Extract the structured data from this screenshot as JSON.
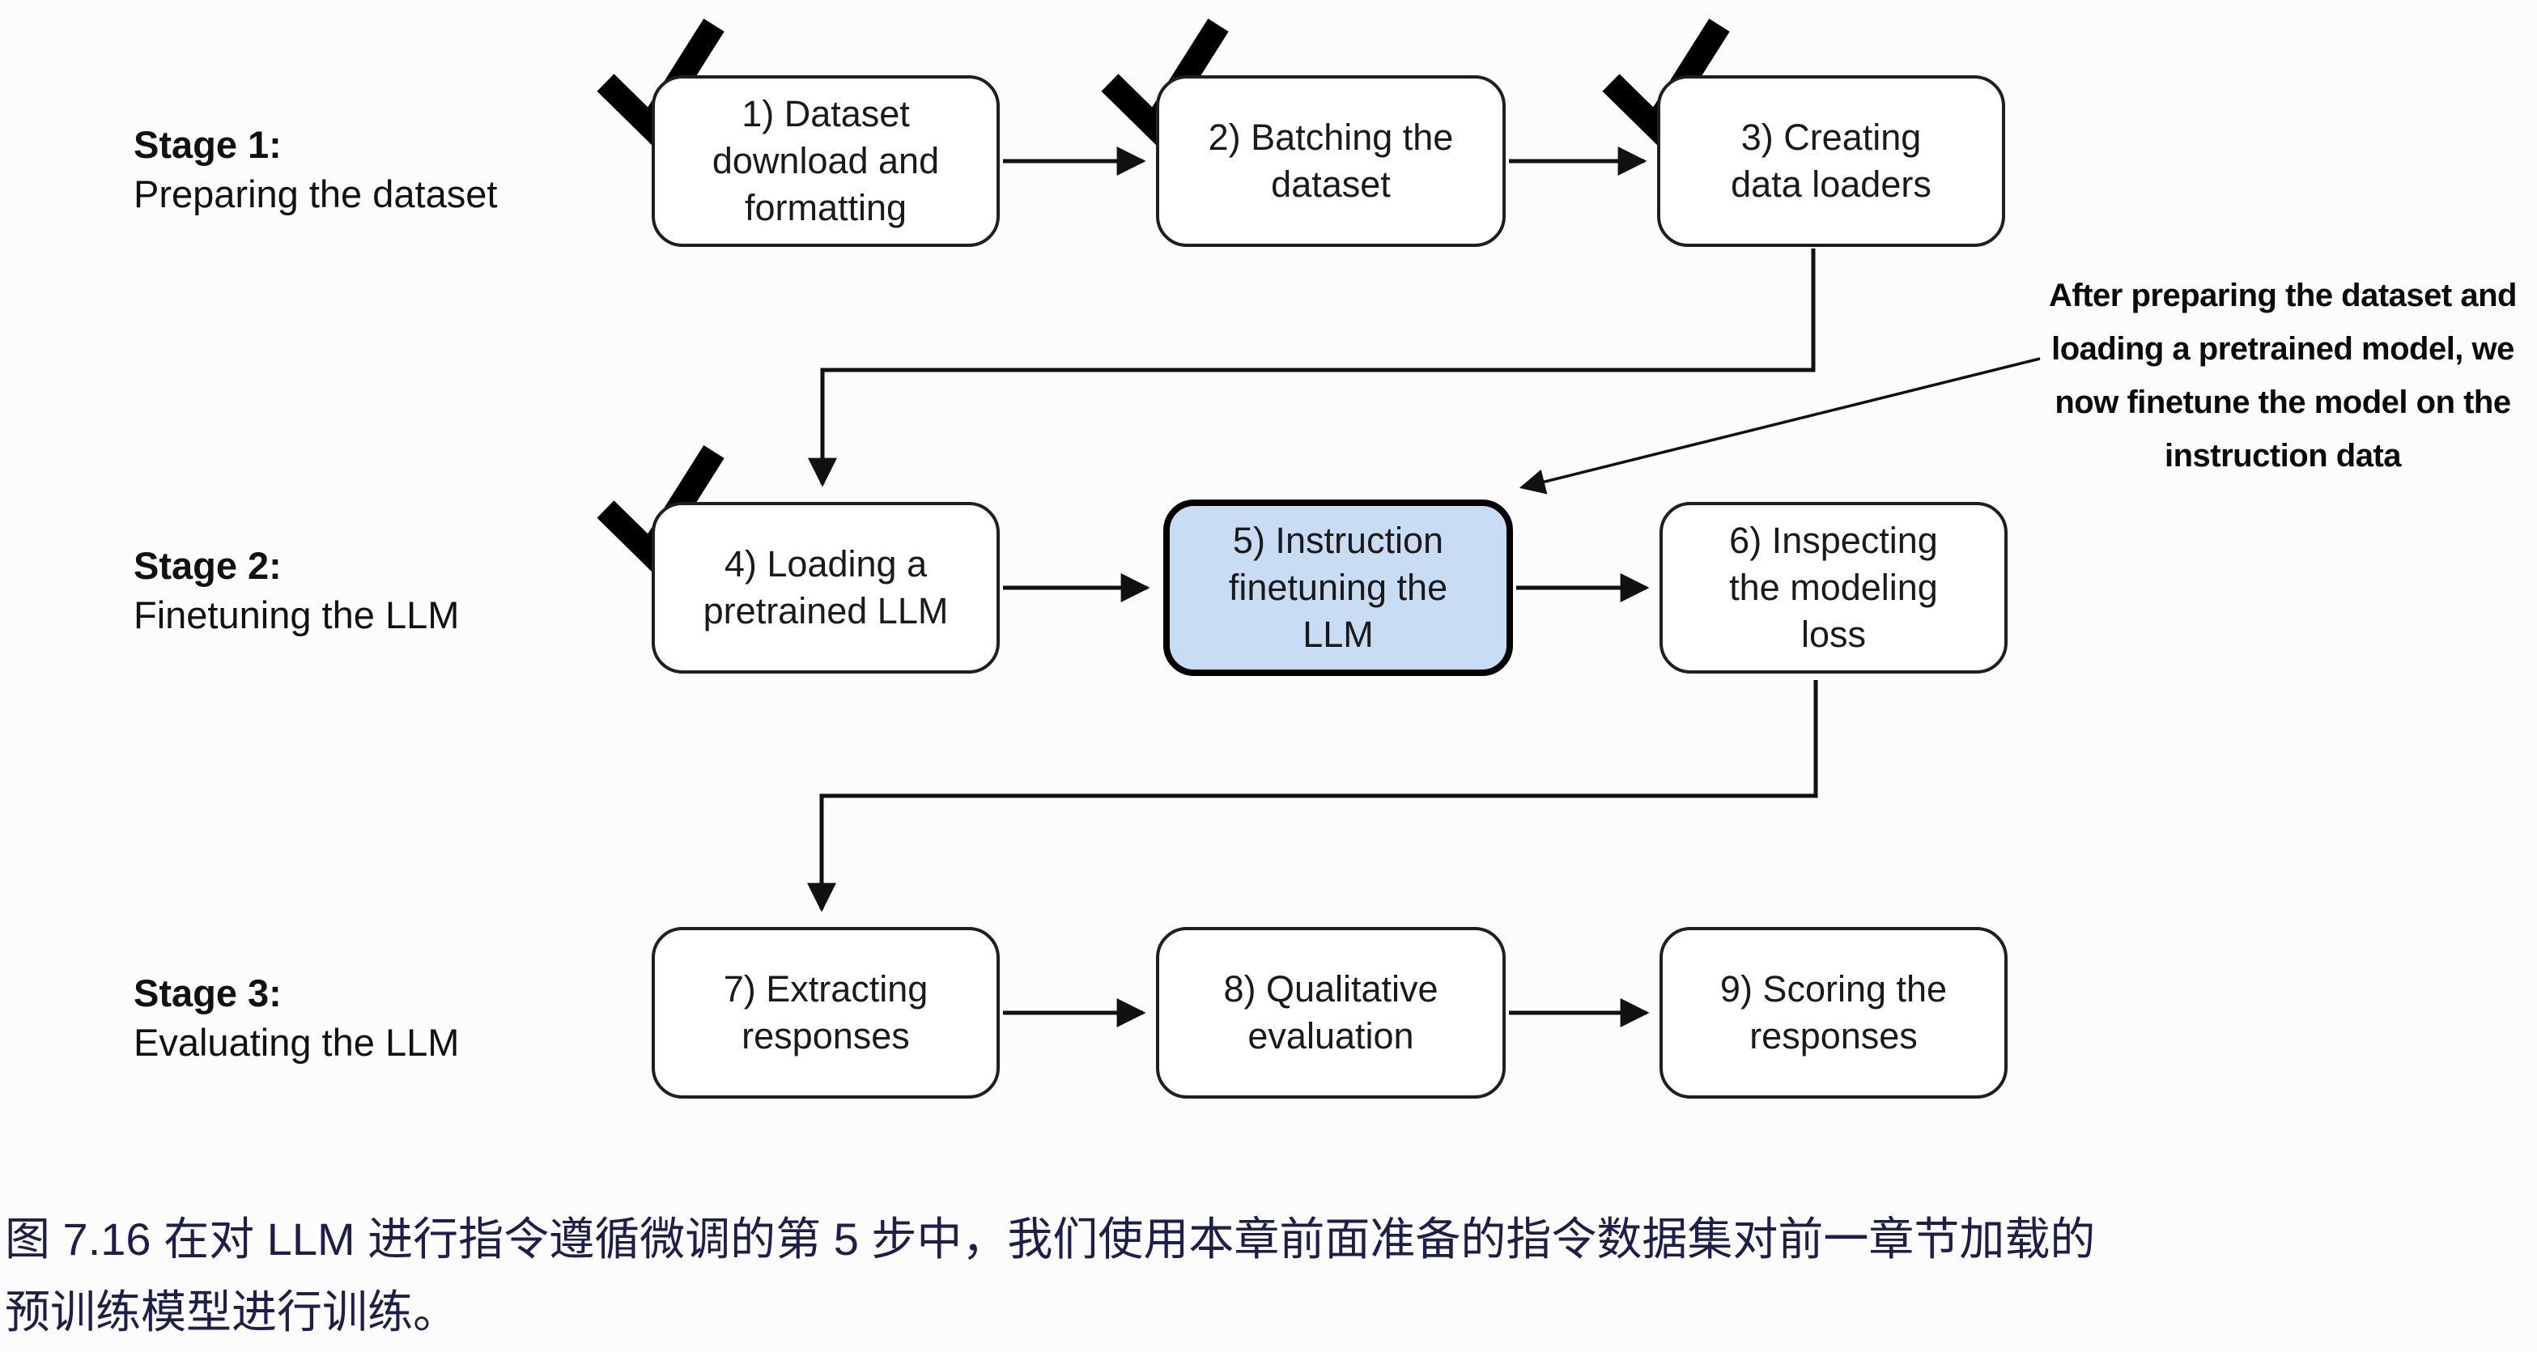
{
  "figure": {
    "stages": [
      {
        "title": "Stage 1:",
        "subtitle": "Preparing the dataset",
        "boxes": [
          {
            "label": "1) Dataset\ndownload and\nformatting",
            "checked": true
          },
          {
            "label": "2) Batching the\ndataset",
            "checked": true
          },
          {
            "label": "3) Creating\ndata loaders",
            "checked": true
          }
        ]
      },
      {
        "title": "Stage 2:",
        "subtitle": "Finetuning the LLM",
        "boxes": [
          {
            "label": "4) Loading a\npretrained LLM",
            "checked": true
          },
          {
            "label": "5) Instruction\nfinetuning the\nLLM",
            "checked": false,
            "highlighted": true
          },
          {
            "label": "6) Inspecting\nthe modeling\nloss",
            "checked": false
          }
        ]
      },
      {
        "title": "Stage 3:",
        "subtitle": "Evaluating the LLM",
        "boxes": [
          {
            "label": "7) Extracting\nresponses",
            "checked": false
          },
          {
            "label": "8) Qualitative\nevaluation",
            "checked": false
          },
          {
            "label": "9) Scoring the\nresponses",
            "checked": false
          }
        ]
      }
    ],
    "annotation": "After preparing the dataset and\nloading a pretrained model, we\nnow finetune the model on the\ninstruction data",
    "colors": {
      "highlight_fill": "#c8dcf4",
      "box_border": "#1f1f1f",
      "arrow": "#111111",
      "caption_text": "#1e1e4d",
      "background": "#fcfcfc"
    }
  },
  "caption": {
    "text": "图 7.16 在对 LLM 进行指令遵循微调的第 5 步中，我们使用本章前面准备的指令数据集对前一章节加载的\n预训练模型进行训练。"
  }
}
